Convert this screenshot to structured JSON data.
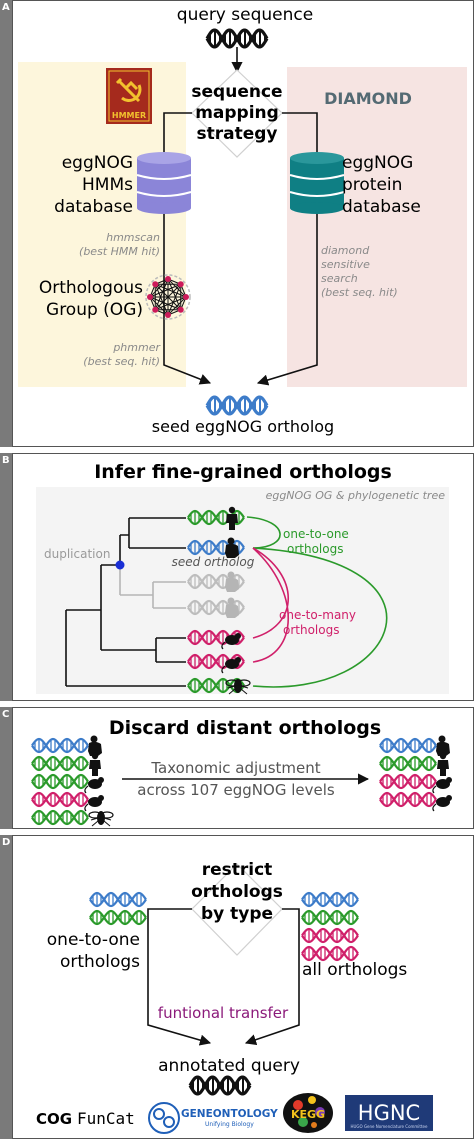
{
  "panels": {
    "a": {
      "letter": "A",
      "query_label": "query sequence",
      "strategy_lines": [
        "sequence",
        "mapping",
        "strategy"
      ],
      "hmmer_logo": "HMMER",
      "diamond_label": "DIAMOND",
      "hmm_db_lines": [
        "eggNOG",
        "HMMs",
        "database"
      ],
      "protein_db_lines": [
        "eggNOG",
        "protein",
        "database"
      ],
      "hmmscan_lines": [
        "hmmscan",
        "(best HMM hit)"
      ],
      "diamond_search_lines": [
        "diamond",
        "sensitive",
        "search",
        "(best seq. hit)"
      ],
      "og_lines": [
        "Orthologous",
        "Group (OG)"
      ],
      "phmmer_lines": [
        "phmmer",
        "(best seq. hit)"
      ],
      "seed_label": "seed eggNOG ortholog",
      "colors": {
        "hmm": "#8b85d8",
        "protein": "#0f7f84",
        "left_bg": "#fdf6dc",
        "right_bg": "#f6e4e2",
        "og_node": "#cc1a5a",
        "hmmer_bg": "#a52a1d",
        "hmmer_fg": "#f2c22e"
      }
    },
    "b": {
      "letter": "B",
      "title": "Infer fine-grained orthologs",
      "subtitle": "eggNOG OG & phylogenetic tree",
      "duplication_label": "duplication",
      "seed_label": "seed ortholog",
      "one_to_one_lines": [
        "one-to-one",
        "orthologs"
      ],
      "one_to_many_lines": [
        "one-to-many",
        "orthologs"
      ],
      "colors": {
        "one_to_one": "#2b9a2b",
        "one_to_many": "#d0206a",
        "duplication_node": "#1a2fd6",
        "grey": "#b5b5b5",
        "tree_bg": "#f4f4f4"
      }
    },
    "c": {
      "letter": "C",
      "title": "Discard distant orthologs",
      "arrow_lines": [
        "Taxonomic adjustment",
        "across 107 eggNOG levels"
      ]
    },
    "d": {
      "letter": "D",
      "strategy_lines": [
        "restrict",
        "orthologs",
        "by type"
      ],
      "one_to_one_lines": [
        "one-to-one",
        "orthologs"
      ],
      "all_label": "all orthologs",
      "transfer_label": "funtional transfer",
      "annotated_label": "annotated query",
      "logos": {
        "cog": "COG",
        "funcat": "FunCat",
        "go_main": "GENEONTOLOGY",
        "go_sub": "Unifying Biology",
        "kegg": "KEGG",
        "hgnc": "HGNC",
        "hgnc_sub": "HUGO Gene Nomenclature Committee"
      },
      "colors": {
        "transfer": "#8b1a7a",
        "hgnc_bg": "#1f3a78"
      }
    }
  },
  "dna_colors": {
    "black": "#111111",
    "blue": "#3d7cc9",
    "green": "#2b9a2b",
    "pink": "#d0206a",
    "grey": "#bdbdbd"
  },
  "icons": [
    "dna-helix-icon",
    "database-icon",
    "og-network-icon",
    "human-icon",
    "chimp-icon",
    "mouse-icon",
    "fly-icon",
    "hmmer-logo",
    "go-logo",
    "kegg-logo",
    "hgnc-logo"
  ]
}
